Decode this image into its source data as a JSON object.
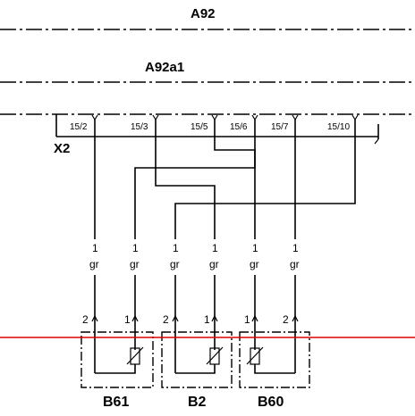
{
  "modules": {
    "top": "A92",
    "sub": "A92a1"
  },
  "connector": {
    "name": "X2",
    "pins": [
      "15/2",
      "15/3",
      "15/5",
      "15/6",
      "15/7",
      "15/10"
    ]
  },
  "wires": [
    {
      "num": "1",
      "color": "gr"
    },
    {
      "num": "1",
      "color": "gr"
    },
    {
      "num": "1",
      "color": "gr"
    },
    {
      "num": "1",
      "color": "gr"
    },
    {
      "num": "1",
      "color": "gr"
    },
    {
      "num": "1",
      "color": "gr"
    }
  ],
  "sensor_pins": [
    "2",
    "1",
    "2",
    "1",
    "1",
    "2"
  ],
  "components": [
    "B61",
    "B2",
    "B60"
  ],
  "colors": {
    "line": "#000000",
    "marker": "#e00000"
  }
}
